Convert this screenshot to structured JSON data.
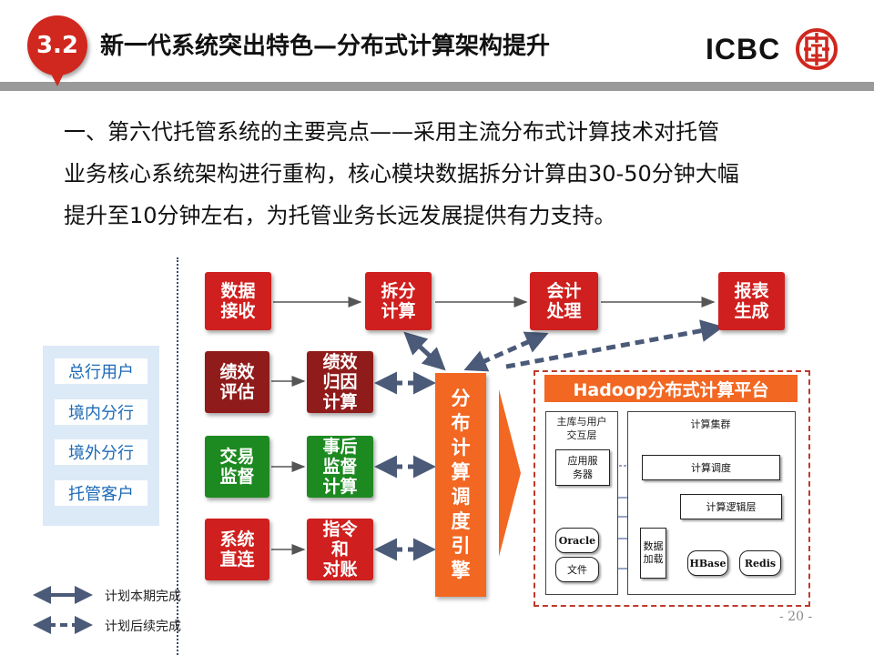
{
  "header": {
    "section_number": "3.2",
    "title": "新一代系统突出特色—分布式计算架构提升",
    "brand": "ICBC",
    "brand_color": "#d0271e"
  },
  "intro": {
    "line1": "一、第六代托管系统的主要亮点——采用主流分布式计算技术对托管",
    "line2": "业务核心系统架构进行重构，核心模块数据拆分计算由30-50分钟大幅",
    "line3": "提升至10分钟左右，为托管业务长远发展提供有力支持。"
  },
  "users": [
    "总行用户",
    "境内分行",
    "境外分行",
    "托管客户"
  ],
  "pipeline": {
    "receive": [
      "数据",
      "接收"
    ],
    "split": [
      "拆分",
      "计算"
    ],
    "accounting": [
      "会计",
      "处理"
    ],
    "report": [
      "报表",
      "生成"
    ]
  },
  "modules": [
    {
      "input": [
        "绩效",
        "评估"
      ],
      "output": [
        "绩效",
        "归因",
        "计算"
      ],
      "color": "dark"
    },
    {
      "input": [
        "交易",
        "监督"
      ],
      "output": [
        "事后",
        "监督",
        "计算"
      ],
      "color": "green"
    },
    {
      "input": [
        "系统",
        "直连"
      ],
      "output": [
        "指令",
        "和",
        "对账"
      ],
      "color": "red"
    }
  ],
  "engine": {
    "label": [
      "分",
      "布",
      "计",
      "算",
      "调",
      "度",
      "引",
      "擎"
    ]
  },
  "platform": {
    "title": "Hadoop分布式计算平台",
    "main_layer_title": "主库与用户交互层",
    "main_layer_line1": "主库与用户",
    "main_layer_line2": "交互层",
    "app_server": [
      "应用服",
      "务器"
    ],
    "oracle": "Oracle",
    "files": "文件",
    "cluster_title": "计算集群",
    "scheduling": "计算调度",
    "logic_layer": "计算逻辑层",
    "data_loading": [
      "数据",
      "加载"
    ],
    "hbase": "HBase",
    "redis": "Redis"
  },
  "legend": {
    "current": "计划本期完成",
    "future": "计划后续完成"
  },
  "page_number": "- 20 -"
}
